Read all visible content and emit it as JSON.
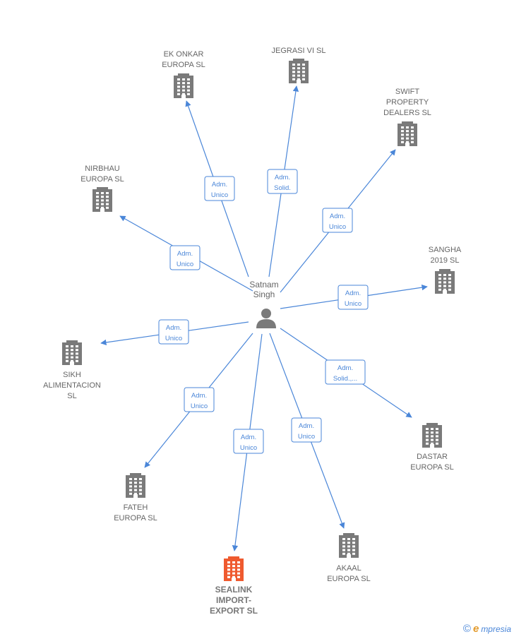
{
  "center": {
    "name_lines": [
      "Satnam",
      "Singh"
    ],
    "icon": "person-icon"
  },
  "colors": {
    "edge": "#4a86d8",
    "building": "#7a7a7a",
    "building_highlight": "#ef5a2f",
    "label": "#666666"
  },
  "nodes": [
    {
      "id": "ek-onkar",
      "lines": [
        "EK ONKAR",
        "EUROPA  SL"
      ],
      "badge": [
        "Adm.",
        "Unico"
      ],
      "highlight": false
    },
    {
      "id": "jegrasi",
      "lines": [
        "JEGRASI VI SL"
      ],
      "badge": [
        "Adm.",
        "Solid."
      ],
      "highlight": false
    },
    {
      "id": "swift",
      "lines": [
        "SWIFT",
        "PROPERTY",
        "DEALERS  SL"
      ],
      "badge": [
        "Adm.",
        "Unico"
      ],
      "highlight": false
    },
    {
      "id": "nirbhau",
      "lines": [
        "NIRBHAU",
        "EUROPA  SL"
      ],
      "badge": [
        "Adm.",
        "Unico"
      ],
      "highlight": false
    },
    {
      "id": "sangha",
      "lines": [
        "SANGHA",
        "2019  SL"
      ],
      "badge": [
        "Adm.",
        "Unico"
      ],
      "highlight": false
    },
    {
      "id": "sikh",
      "lines": [
        "SIKH",
        "ALIMENTACION",
        "SL"
      ],
      "badge": [
        "Adm.",
        "Unico"
      ],
      "highlight": false
    },
    {
      "id": "dastar",
      "lines": [
        "DASTAR",
        "EUROPA SL"
      ],
      "badge": [
        "Adm.",
        "Solid.,..."
      ],
      "highlight": false
    },
    {
      "id": "fateh",
      "lines": [
        "FATEH",
        "EUROPA  SL"
      ],
      "badge": [
        "Adm.",
        "Unico"
      ],
      "highlight": false
    },
    {
      "id": "akaal",
      "lines": [
        "AKAAL",
        "EUROPA  SL"
      ],
      "badge": [
        "Adm.",
        "Unico"
      ],
      "highlight": false
    },
    {
      "id": "sealink",
      "lines": [
        "SEALINK",
        "IMPORT-",
        "EXPORT  SL"
      ],
      "badge": [
        "Adm.",
        "Unico"
      ],
      "highlight": true
    }
  ],
  "footer": {
    "copyright_symbol": "©",
    "brand_initial": "e",
    "brand_rest": "mpresia"
  }
}
